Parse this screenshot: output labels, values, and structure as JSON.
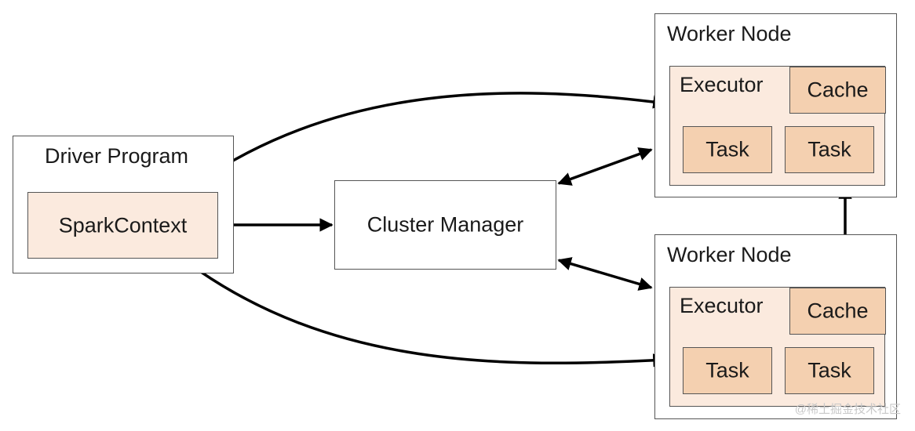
{
  "driver": {
    "title": "Driver Program",
    "context": "SparkContext"
  },
  "cluster_manager": {
    "label": "Cluster Manager"
  },
  "worker_nodes": [
    {
      "title": "Worker Node",
      "executor": {
        "label": "Executor",
        "cache": "Cache",
        "tasks": [
          "Task",
          "Task"
        ]
      }
    },
    {
      "title": "Worker Node",
      "executor": {
        "label": "Executor",
        "cache": "Cache",
        "tasks": [
          "Task",
          "Task"
        ]
      }
    }
  ],
  "watermark": "@稀土掘金技术社区",
  "colors": {
    "outer_fill": "#ffffff",
    "inner_fill": "#fbeade",
    "task_fill": "#f4d0b0",
    "border": "#555555",
    "arrow": "#000000"
  }
}
